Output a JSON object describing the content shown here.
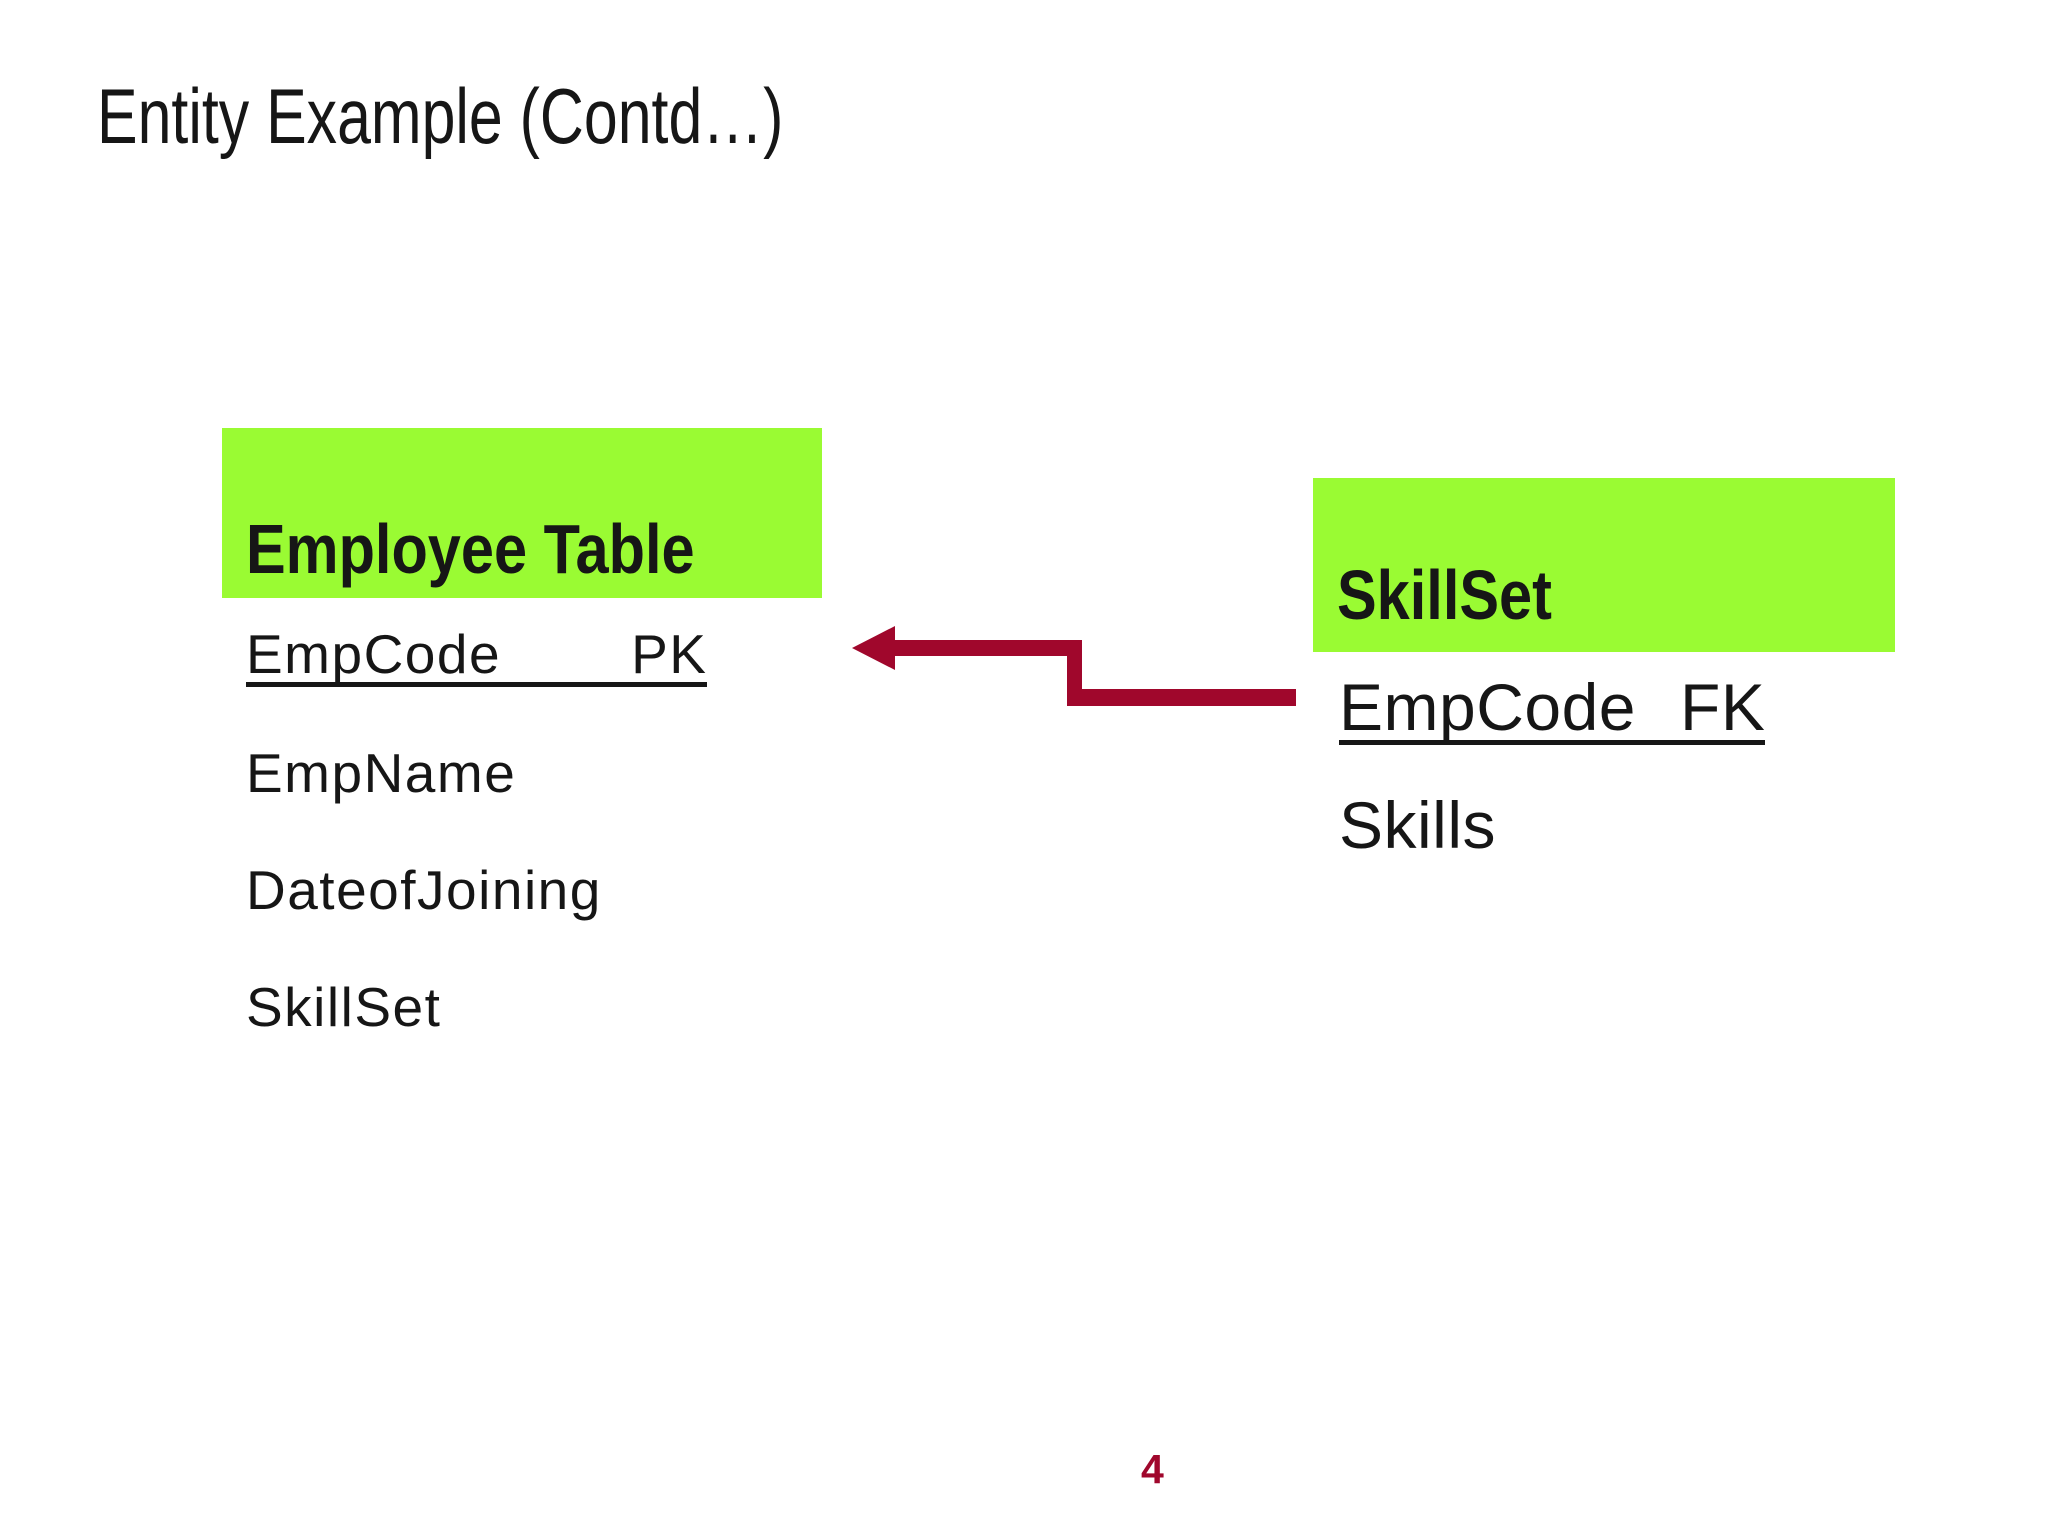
{
  "slide": {
    "title": "Entity Example (Contd…)",
    "page_number": "4"
  },
  "colors": {
    "highlight_green": "#9AFB33",
    "arrow_red": "#A0072C",
    "text_black": "#161616",
    "background": "#FFFFFF"
  },
  "entities": [
    {
      "id": "employee-table",
      "title": "Employee Table",
      "attributes": [
        {
          "name": "EmpCode",
          "key": "PK",
          "underlined": true
        },
        {
          "name": "EmpName",
          "key": "",
          "underlined": false
        },
        {
          "name": "DateofJoining",
          "key": "",
          "underlined": false
        },
        {
          "name": "SkillSet",
          "key": "",
          "underlined": false
        }
      ]
    },
    {
      "id": "skillset",
      "title": "SkillSet",
      "attributes": [
        {
          "name": "EmpCode",
          "key": "FK",
          "underlined": true
        },
        {
          "name": "Skills",
          "key": "",
          "underlined": false
        }
      ]
    }
  ],
  "relationship_arrow": {
    "from": "SkillSet.EmpCode (FK)",
    "to": "Employee Table.EmpCode (PK)",
    "direction": "right-to-left",
    "style": "elbow",
    "color": "#A0072C"
  }
}
